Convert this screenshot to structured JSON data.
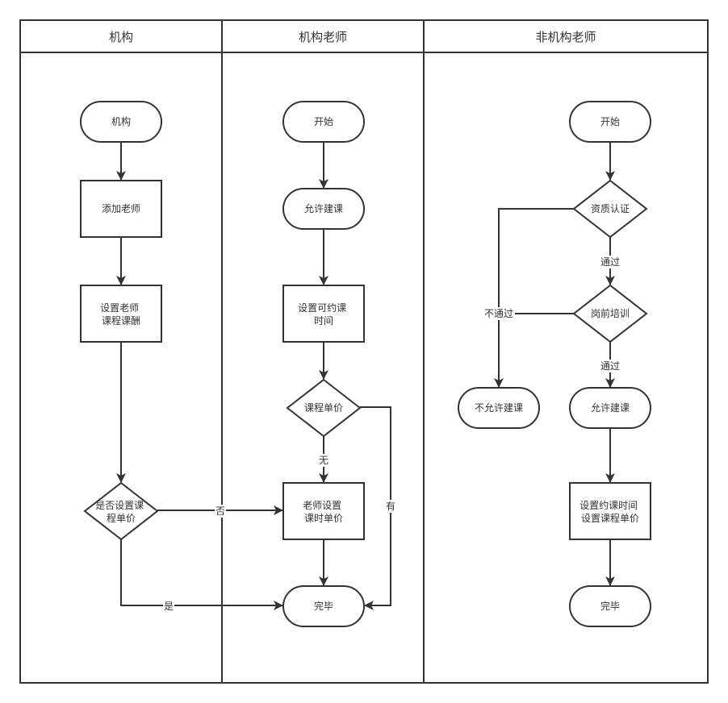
{
  "lanes": {
    "org": "机构",
    "org_teacher": "机构老师",
    "non_org_teacher": "非机构老师"
  },
  "org": {
    "start": "机构",
    "add_teacher": "添加老师",
    "set_fee": [
      "设置老师",
      "课程课酬"
    ],
    "decision_unit_price": [
      "是否设置课",
      "程单价"
    ]
  },
  "org_teacher": {
    "start": "开始",
    "allow_course": "允许建课",
    "set_time": [
      "设置可约课",
      "时间"
    ],
    "decision_course_price": "课程单价",
    "teacher_set_price": [
      "老师设置",
      "课时单价"
    ],
    "end": "完毕"
  },
  "non_org_teacher": {
    "start": "开始",
    "decision_qualification": "资质认证",
    "decision_training": "岗前培训",
    "not_allowed": "不允许建课",
    "allow_course": "允许建课",
    "set_time_price": [
      "设置约课时间",
      "设置课程单价"
    ],
    "end": "完毕"
  },
  "edge_labels": {
    "no": "否",
    "yes": "是",
    "none": "无",
    "has": "有",
    "pass_1": "通过",
    "pass_2": "通过",
    "fail": "不通过"
  }
}
